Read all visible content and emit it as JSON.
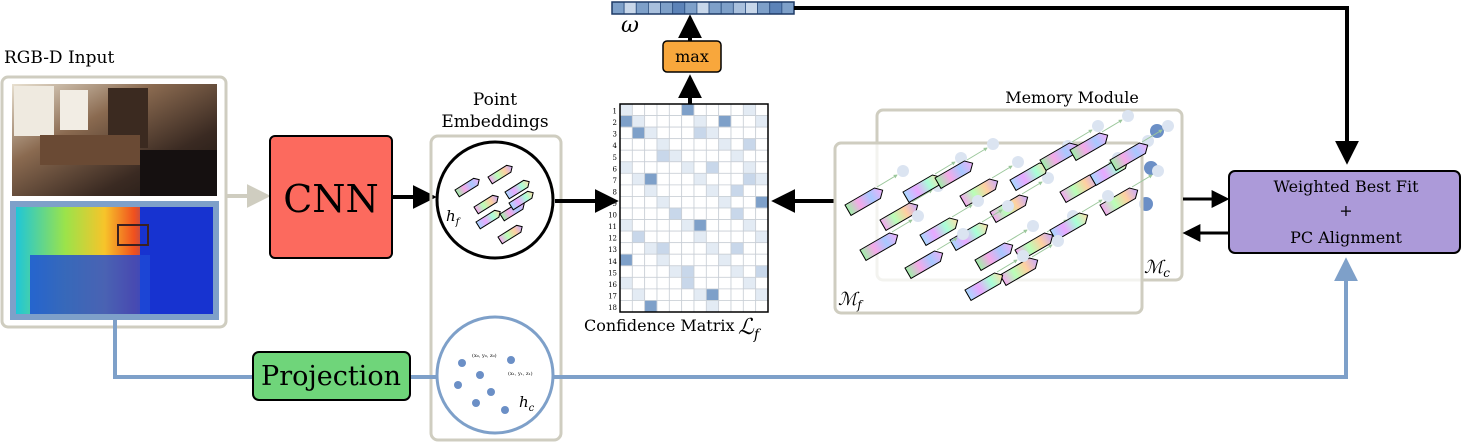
{
  "input": {
    "label": "RGB-D Input"
  },
  "cnn": {
    "label": "CNN",
    "color": "#fc6a5e"
  },
  "point_embeddings": {
    "label_line1": "Point",
    "label_line2": "Embeddings",
    "hf": "h",
    "hf_sub": "f",
    "hc": "h",
    "hc_sub": "c",
    "coord_a": "(x₀, y₀, z₀)",
    "coord_b": "(x₁, y₁, z₁)"
  },
  "projection": {
    "label": "Projection",
    "color": "#6fd57a"
  },
  "confidence_matrix": {
    "label": "Confidence Matrix",
    "symbol": "ℒ",
    "symbol_sub": "f",
    "rows": [
      "1",
      "2",
      "3",
      "4",
      "5",
      "6",
      "7",
      "8",
      "9",
      "10",
      "11",
      "12",
      "13",
      "14",
      "15",
      "16",
      "17",
      "18"
    ]
  },
  "max_block": {
    "label": "max",
    "color": "#f8a73c"
  },
  "omega": {
    "label": "ω"
  },
  "memory_module": {
    "label": "Memory Module",
    "mf": "ℳ",
    "mf_sub": "f",
    "mc": "ℳ",
    "mc_sub": "c"
  },
  "best_fit": {
    "line1": "Weighted Best Fit",
    "line2": "+",
    "line3": "PC Alignment",
    "color": "#ac9ad9"
  },
  "colors": {
    "frame": "#cfcdc0",
    "blue_line": "#7ea0c9",
    "dot": "#6b8fc6"
  }
}
